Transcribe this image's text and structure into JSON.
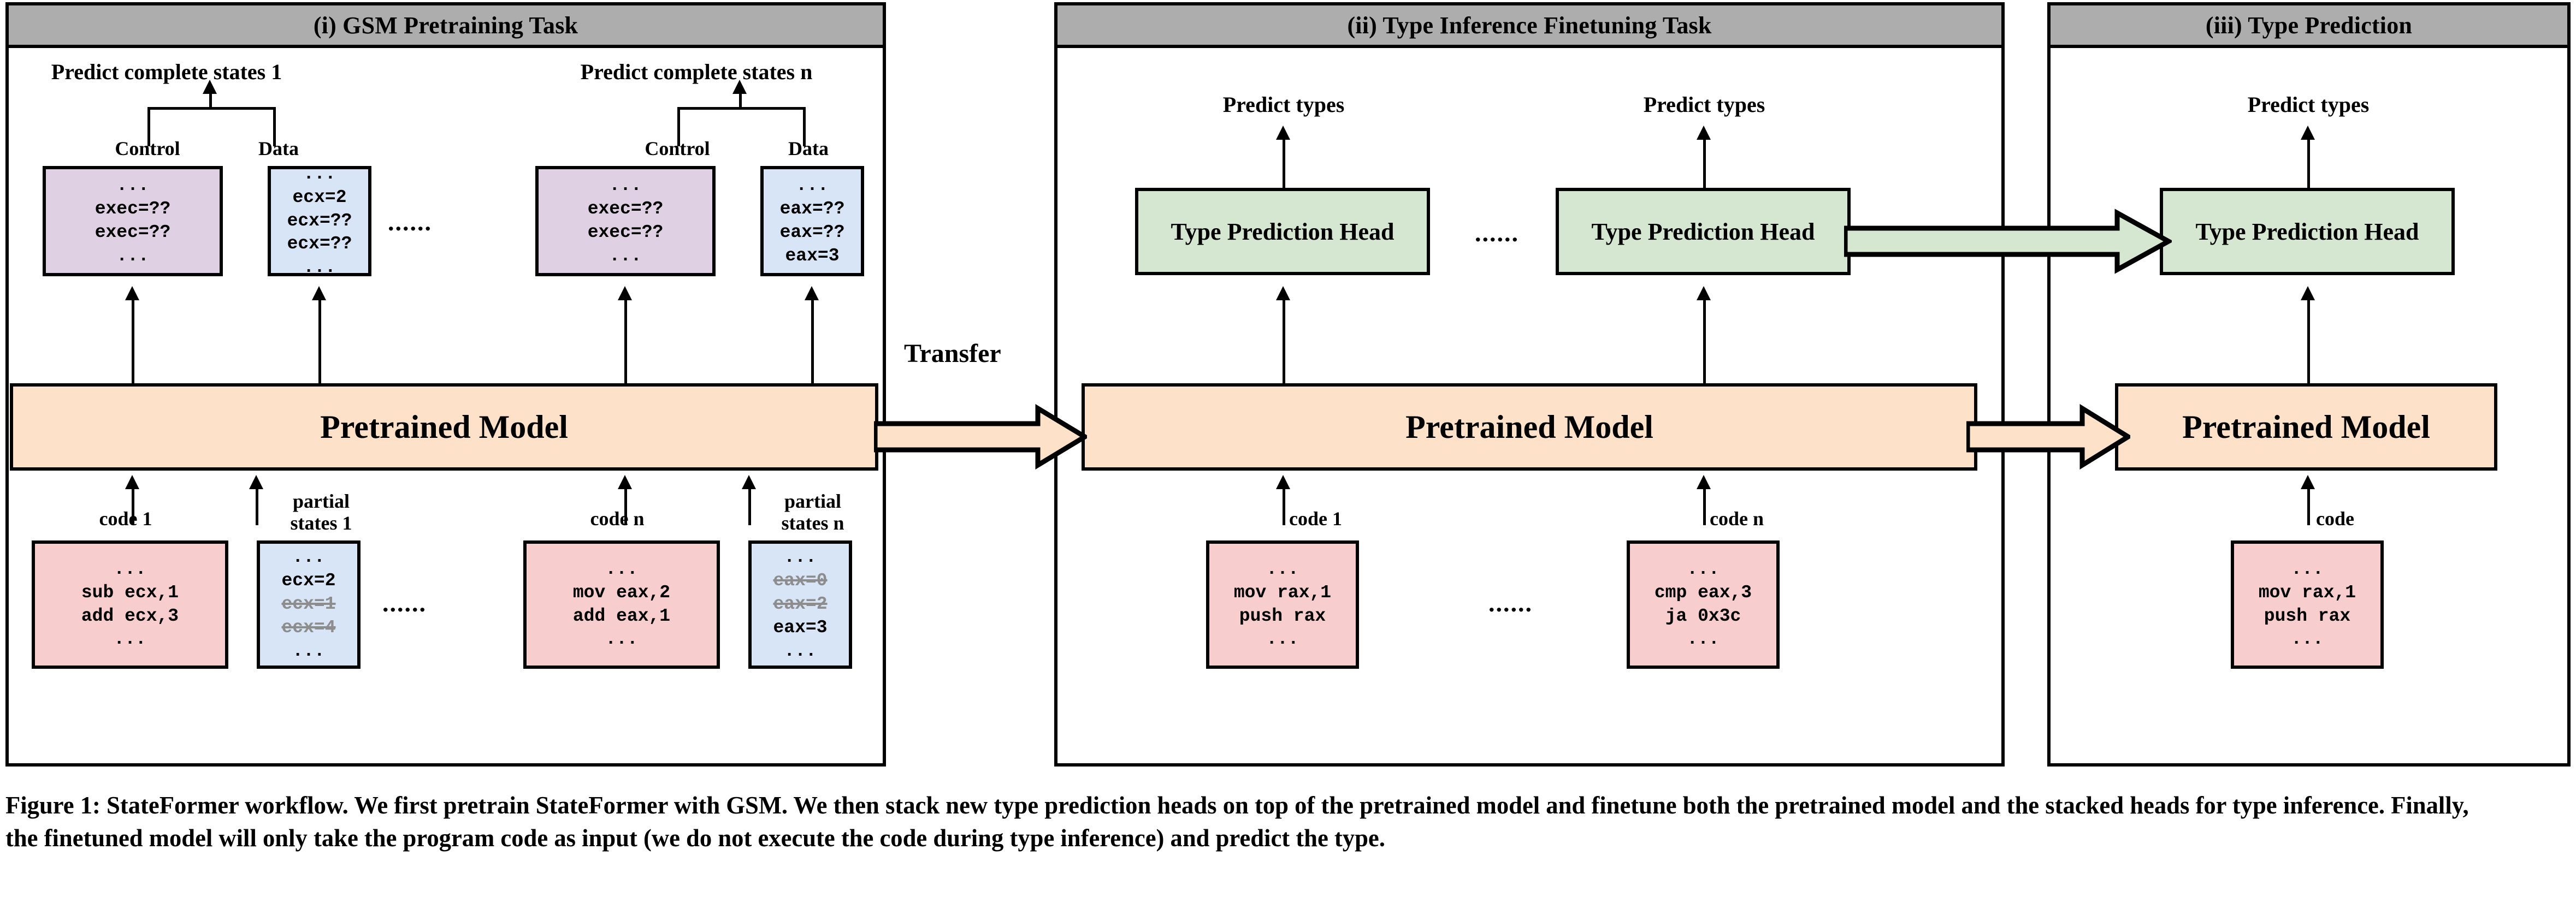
{
  "panels": [
    {
      "id": "gsm",
      "title": "(i) GSM Pretraining Task"
    },
    {
      "id": "finetune",
      "title": "(ii) Type Inference Finetuning Task"
    },
    {
      "id": "predict",
      "title": "(iii) Type Prediction"
    }
  ],
  "panel_i": {
    "predict_headings": [
      "Predict complete states 1",
      "Predict complete states n"
    ],
    "state_labels": {
      "control": "Control",
      "data": "Data"
    },
    "control_1": {
      "lines": [
        "...",
        "exec=??",
        "exec=??",
        "..."
      ]
    },
    "data_1": {
      "lines": [
        "...",
        "ecx=2",
        "ecx=??",
        "ecx=??",
        "..."
      ]
    },
    "control_n": {
      "lines": [
        "...",
        "exec=??",
        "exec=??",
        "..."
      ]
    },
    "data_n": {
      "lines": [
        "...",
        "eax=??",
        "eax=??",
        "eax=3"
      ]
    },
    "model_label": "Pretrained Model",
    "code_labels": {
      "code1": "code 1",
      "partial1": "partial\nstates 1",
      "coden": "code n",
      "partialn": "partial\nstates n"
    },
    "code_1": {
      "lines": [
        "...",
        "sub ecx,1",
        "add ecx,3",
        "..."
      ]
    },
    "partial_1": {
      "lines": [
        {
          "text": "...",
          "struck": false
        },
        {
          "text": "ecx=2",
          "struck": false
        },
        {
          "text": "ecx=1",
          "struck": true
        },
        {
          "text": "ecx=4",
          "struck": true
        },
        {
          "text": "...",
          "struck": false
        }
      ]
    },
    "code_n": {
      "lines": [
        "...",
        "mov eax,2",
        "add eax,1",
        "..."
      ]
    },
    "partial_n": {
      "lines": [
        {
          "text": "...",
          "struck": false
        },
        {
          "text": "eax=0",
          "struck": true
        },
        {
          "text": "eax=2",
          "struck": true
        },
        {
          "text": "eax=3",
          "struck": false
        },
        {
          "text": "...",
          "struck": false
        }
      ]
    },
    "ellipsis_top": "......",
    "ellipsis_bottom": "......"
  },
  "panel_ii": {
    "predict_headings": [
      "Predict types",
      "Predict types"
    ],
    "head_label": "Type Prediction Head",
    "model_label": "Pretrained Model",
    "code_labels": {
      "code1": "code 1",
      "coden": "code n"
    },
    "code_1": {
      "lines": [
        "...",
        "mov rax,1",
        "push rax",
        "..."
      ]
    },
    "code_n": {
      "lines": [
        "...",
        "cmp eax,3",
        "ja 0x3c",
        "..."
      ]
    },
    "ellipsis_head": "......",
    "ellipsis_code": "......"
  },
  "panel_iii": {
    "predict_heading": "Predict types",
    "head_label": "Type Prediction Head",
    "model_label": "Pretrained Model",
    "code_label": "code",
    "code": {
      "lines": [
        "...",
        "mov rax,1",
        "push rax",
        "..."
      ]
    }
  },
  "transfer_label": "Transfer",
  "caption": "Figure 1: StateFormer workflow. We first pretrain StateFormer with GSM. We then stack new type prediction heads on top of the pretrained model and finetune both the pretrained model and the stacked heads for type inference. Finally, the finetuned model will only take the program code as input (we do not execute the code during type inference) and predict the type.",
  "colors": {
    "panel_header": "#adadad",
    "control_box": "#e0d0e4",
    "data_box": "#d7e5f7",
    "code_box": "#f7cdcd",
    "model_box": "#fde1c8",
    "head_box": "#d6e7d1",
    "stroke": "#000000",
    "dim_text": "#8d8d8d"
  }
}
